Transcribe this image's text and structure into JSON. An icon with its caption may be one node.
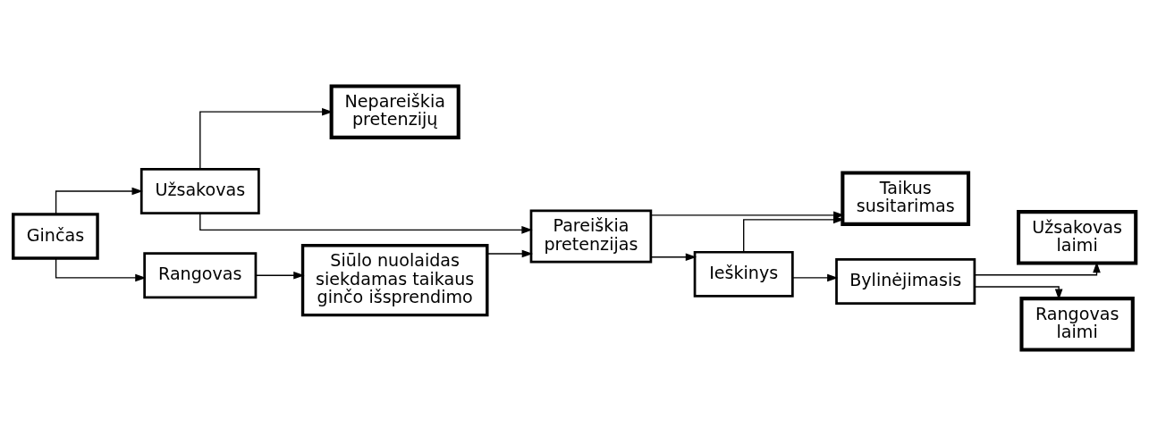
{
  "diagram": {
    "nodes": [
      {
        "text": [
          "Ginčas"
        ]
      },
      {
        "text": [
          "Užsakovas"
        ]
      },
      {
        "text": [
          "Nepareiškia pretenzijų"
        ]
      },
      {
        "text": [
          "Pareiškia pretenzijas"
        ]
      },
      {
        "text": [
          "Rangovas"
        ]
      },
      {
        "text": [
          "Siūlo nuolaidas siekdamas taikaus ginčo išsprendimo"
        ]
      },
      {
        "text": [
          "Taikus susitarimas"
        ]
      },
      {
        "text": [
          "Ieškinys"
        ]
      },
      {
        "text": [
          "Bylinėjimasis"
        ]
      },
      {
        "text": [
          "Užsakovas laimi"
        ]
      },
      {
        "text": [
          "Rangovas laimi"
        ]
      }
    ],
    "edges": [
      {
        "from": 0,
        "to": 1,
        "arrow": "to"
      },
      {
        "from": 0,
        "to": 4,
        "arrow": "to"
      },
      {
        "from": 1,
        "to": 2,
        "arrow": "to"
      },
      {
        "from": 1,
        "to": 3,
        "arrow": "to"
      },
      {
        "from": 4,
        "to": 5,
        "arrow": "to"
      },
      {
        "from": 5,
        "to": 3,
        "arrow": "to"
      },
      {
        "from": 3,
        "to": 6,
        "arrow": "to"
      },
      {
        "from": 3,
        "to": 7,
        "arrow": "to"
      },
      {
        "from": 7,
        "to": 6,
        "arrow": "to"
      },
      {
        "from": 7,
        "to": 8,
        "arrow": "to"
      },
      {
        "from": 8,
        "to": 9,
        "arrow": "to"
      },
      {
        "from": 8,
        "to": 10,
        "arrow": "to"
      }
    ]
  }
}
